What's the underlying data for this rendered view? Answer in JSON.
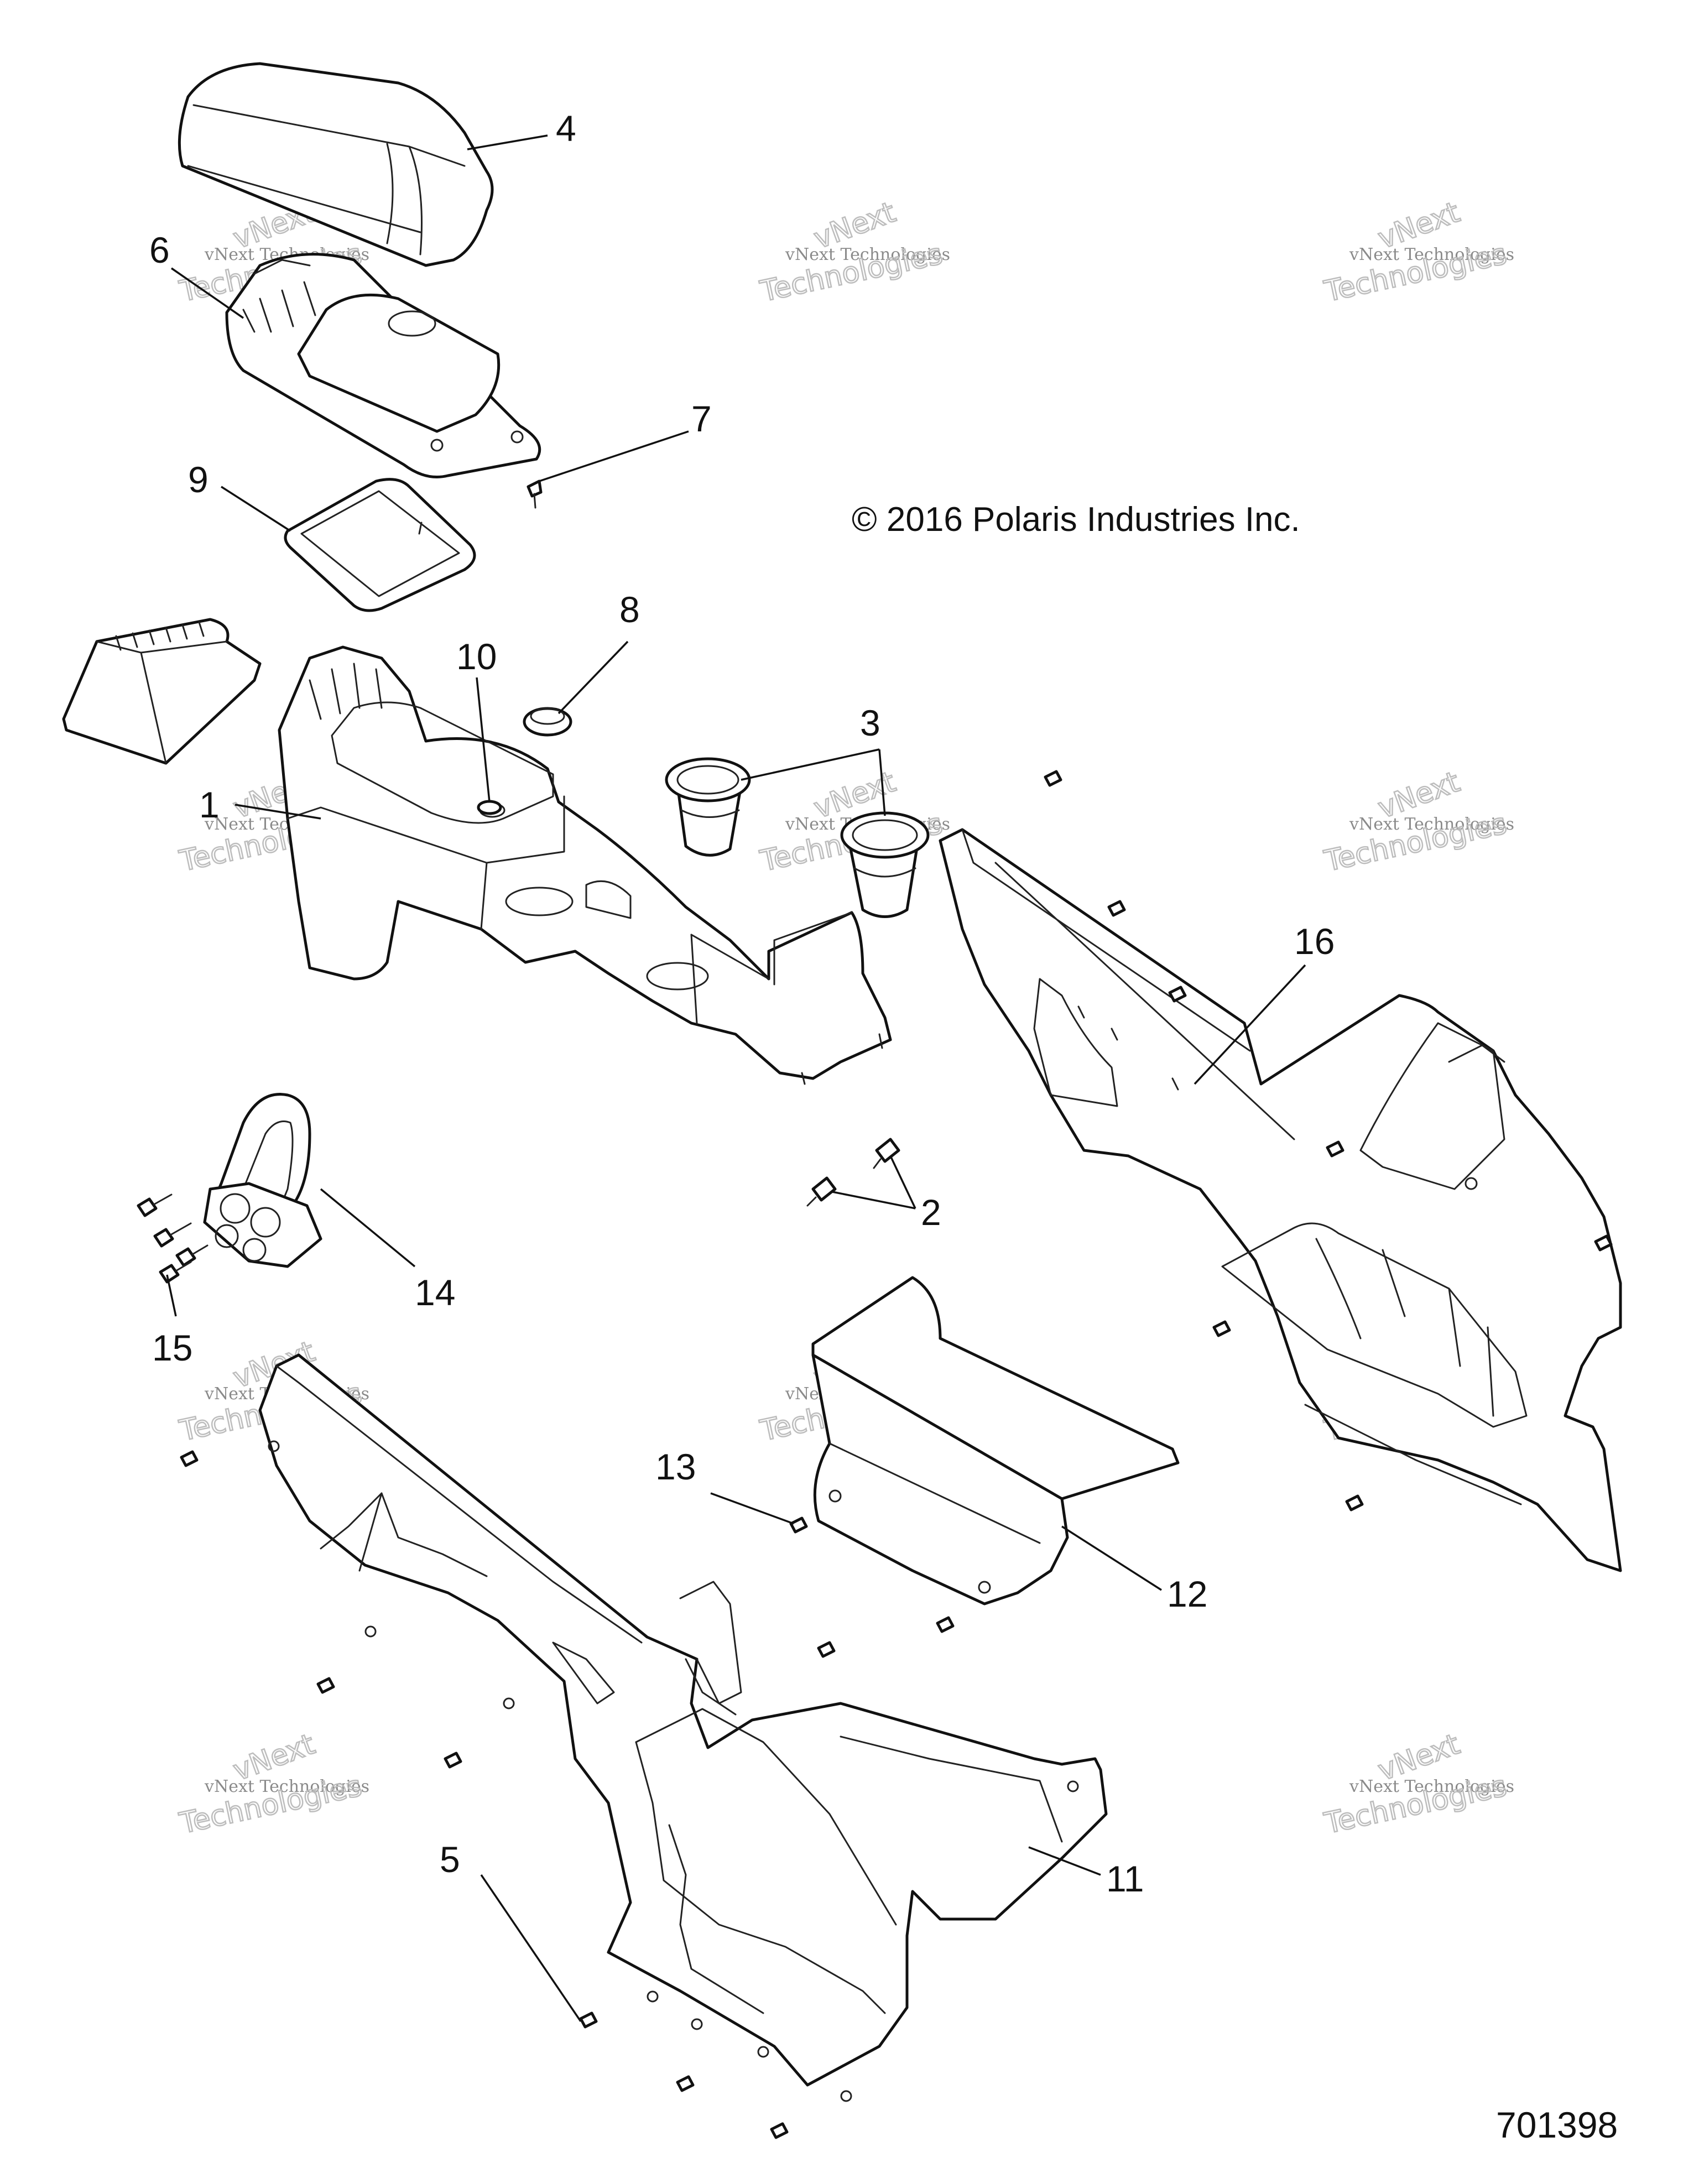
{
  "copyright": "© 2016 Polaris Industries Inc.",
  "drawing_number": "701398",
  "watermark": {
    "line1": "vNext Technologies",
    "arc_top": "vNext",
    "arc_bottom": "Technologies"
  },
  "callouts": [
    {
      "id": "c1",
      "label": "1"
    },
    {
      "id": "c2",
      "label": "2"
    },
    {
      "id": "c3",
      "label": "3"
    },
    {
      "id": "c4",
      "label": "4"
    },
    {
      "id": "c5",
      "label": "5"
    },
    {
      "id": "c6",
      "label": "6"
    },
    {
      "id": "c7",
      "label": "7"
    },
    {
      "id": "c8",
      "label": "8"
    },
    {
      "id": "c9",
      "label": "9"
    },
    {
      "id": "c10",
      "label": "10"
    },
    {
      "id": "c11",
      "label": "11"
    },
    {
      "id": "c12",
      "label": "12"
    },
    {
      "id": "c13",
      "label": "13"
    },
    {
      "id": "c14",
      "label": "14"
    },
    {
      "id": "c15",
      "label": "15"
    },
    {
      "id": "c16",
      "label": "16"
    }
  ]
}
